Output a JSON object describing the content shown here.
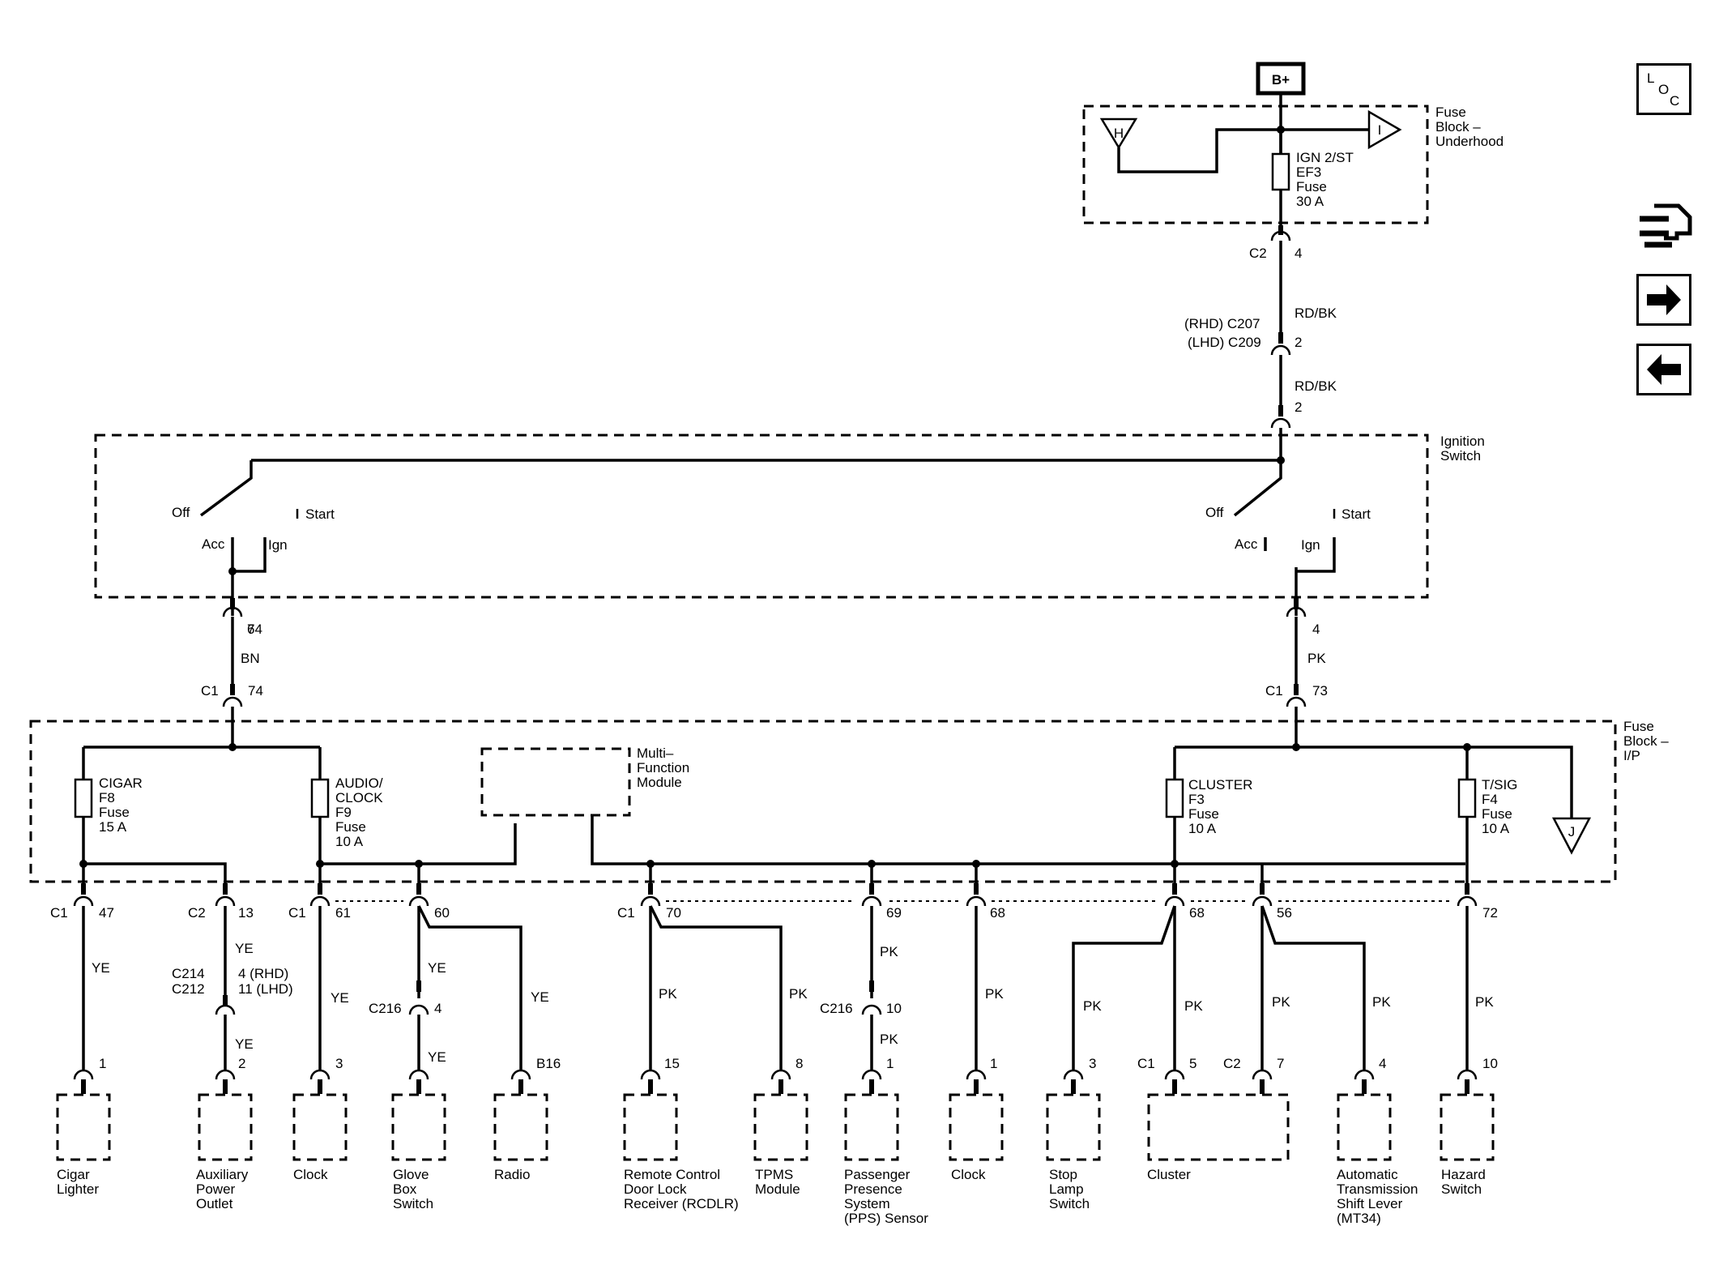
{
  "supply": "B+",
  "modules": {
    "fuse_block_underhood": "Fuse Block – Underhood",
    "ignition_switch": "Ignition Switch",
    "fuse_block_ip": "Fuse Block – I/P",
    "multifunction_module": "Multi– Function Module"
  },
  "offpage_refs": [
    "H",
    "I",
    "J"
  ],
  "fuses": [
    {
      "name": "IGN 2/ST",
      "id": "EF3",
      "type": "Fuse",
      "rating": "30 A"
    },
    {
      "name": "CIGAR",
      "id": "F8",
      "type": "Fuse",
      "rating": "15 A"
    },
    {
      "name": "AUDIO/ CLOCK",
      "id": "F9",
      "type": "Fuse",
      "rating": "10 A"
    },
    {
      "name": "CLUSTER",
      "id": "F3",
      "type": "Fuse",
      "rating": "10 A"
    },
    {
      "name": "T/SIG",
      "id": "F4",
      "type": "Fuse",
      "rating": "10 A"
    }
  ],
  "switch_positions": {
    "off": "Off",
    "start": "Start",
    "acc": "Acc",
    "ign": "Ign"
  },
  "wire_colors": {
    "rdbk": "RD/BK",
    "bn": "BN",
    "pk": "PK",
    "ye": "YE"
  },
  "connectors": {
    "c1": "C1",
    "c2": "C2",
    "c216": "C216",
    "c207": "(RHD) C207",
    "c209": "(LHD) C209",
    "c214": "C214",
    "c212": "C212",
    "rhd4": "4 (RHD)",
    "lhd11": "11 (LHD)"
  },
  "pins": [
    "1",
    "2",
    "3",
    "4",
    "5",
    "6",
    "7",
    "8",
    "10",
    "13",
    "15",
    "47",
    "56",
    "60",
    "61",
    "68",
    "69",
    "70",
    "72",
    "73",
    "74",
    "B16"
  ],
  "components": [
    "Cigar Lighter",
    "Auxiliary Power Outlet",
    "Clock",
    "Glove Box Switch",
    "Radio",
    "Remote Control Door Lock Receiver (RCDLR)",
    "TPMS Module",
    "Passenger Presence System (PPS) Sensor",
    "Clock",
    "Stop Lamp Switch",
    "Cluster",
    "Automatic Transmission Shift Lever (MT34)",
    "Hazard Switch"
  ],
  "nav": {
    "loc_letters": [
      "L",
      "O",
      "C"
    ]
  }
}
